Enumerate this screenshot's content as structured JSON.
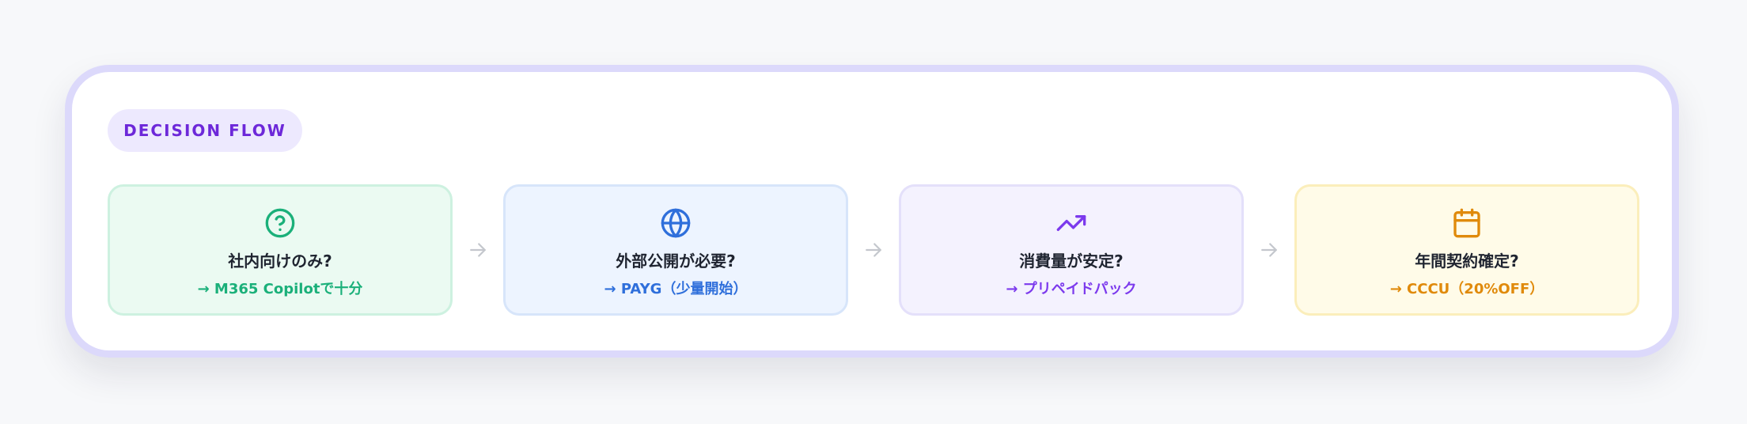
{
  "badge": {
    "label": "DECISION FLOW"
  },
  "steps": [
    {
      "question": "社内向けのみ?",
      "answer": "→ M365 Copilotで十分",
      "icon": "question-circle-icon",
      "accent": "#1bb07a",
      "bg": "#ebfaf2",
      "border": "#cdf1e0"
    },
    {
      "question": "外部公開が必要?",
      "answer": "→ PAYG（少量開始）",
      "icon": "globe-icon",
      "accent": "#2f6fdb",
      "bg": "#edf4ff",
      "border": "#d7e5fa"
    },
    {
      "question": "消費量が安定?",
      "answer": "→ プリペイドパック",
      "icon": "trending-up-icon",
      "accent": "#7c3aed",
      "bg": "#f4f2fe",
      "border": "#e4e0fa"
    },
    {
      "question": "年間契約確定?",
      "answer": "→ CCCU（20%OFF）",
      "icon": "calendar-icon",
      "accent": "#e08a0b",
      "bg": "#fffbe8",
      "border": "#fbeebb"
    }
  ]
}
